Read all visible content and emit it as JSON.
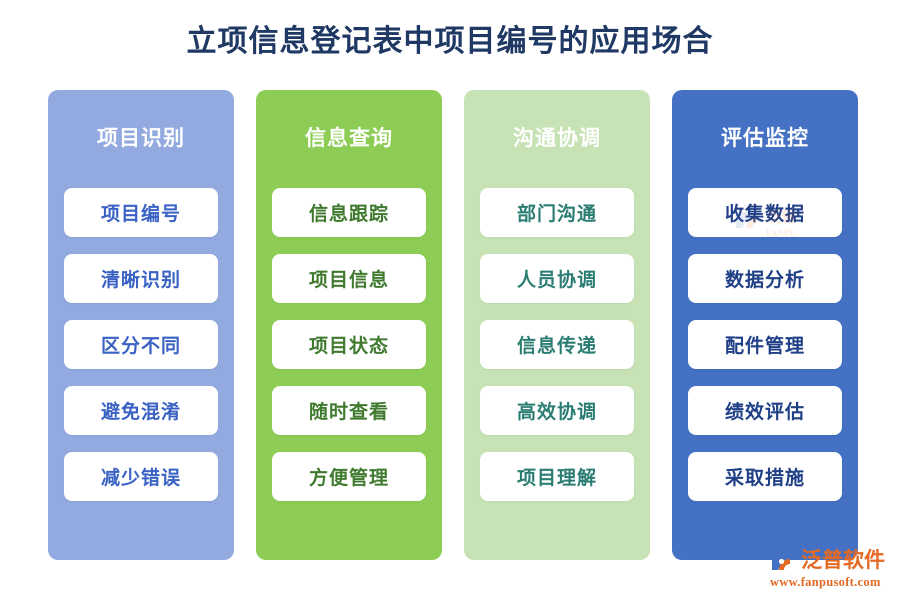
{
  "title": "立项信息登记表中项目编号的应用场合",
  "theme": {
    "title_color": "#1f3864",
    "background": "#ffffff"
  },
  "columns": [
    {
      "id": "project-identification",
      "header": "项目识别",
      "bg_color": "#93aae0",
      "text_color": "#3a62c4",
      "items": [
        "项目编号",
        "清晰识别",
        "区分不同",
        "避免混淆",
        "减少错误"
      ]
    },
    {
      "id": "information-query",
      "header": "信息查询",
      "bg_color": "#8dcd55",
      "text_color": "#3f7a2e",
      "items": [
        "信息跟踪",
        "项目信息",
        "项目状态",
        "随时查看",
        "方便管理"
      ]
    },
    {
      "id": "communication-coordination",
      "header": "沟通协调",
      "bg_color": "#c7e3b5",
      "text_color": "#2b7d73",
      "items": [
        "部门沟通",
        "人员协调",
        "信息传递",
        "高效协调",
        "项目理解"
      ]
    },
    {
      "id": "evaluation-monitoring",
      "header": "评估监控",
      "bg_color": "#4471c4",
      "text_color": "#1f3f86",
      "items": [
        "收集数据",
        "数据分析",
        "配件管理",
        "绩效评估",
        "采取措施"
      ]
    }
  ],
  "brand": {
    "name": "泛普软件",
    "url": "www.fanpusoft.com",
    "color": "#e46a23"
  }
}
